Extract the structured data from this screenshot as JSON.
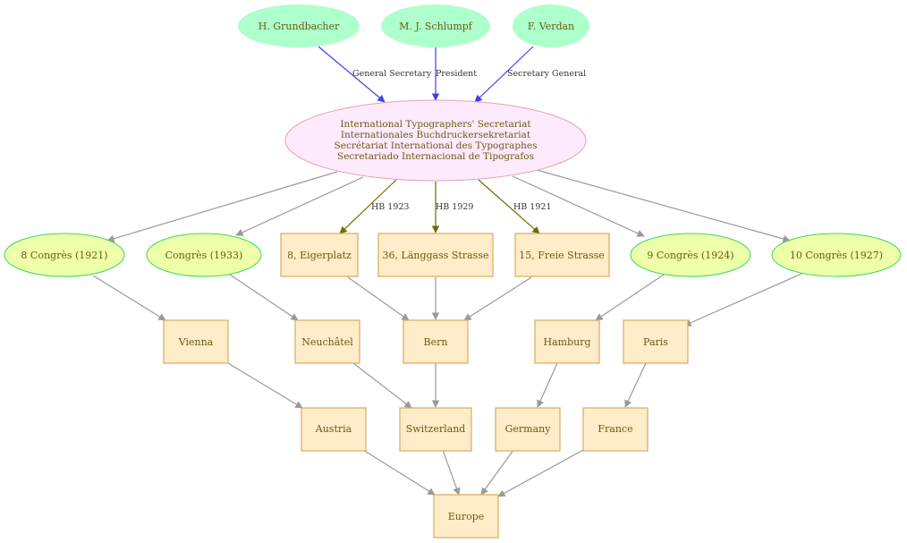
{
  "people": {
    "grundbacher": "H. Grundbacher",
    "schlumpf": "M. J. Schlumpf",
    "verdan": "F. Verdan"
  },
  "secretariat": {
    "line1": "International Typographers' Secretariat",
    "line2": "Internationales Buchdruckersekretariat",
    "line3": "Secrétariat International des Typographes",
    "line4": "Secretariado Internacional de Tipografos"
  },
  "roles": {
    "general_secretary": "General Secretary",
    "president": "President",
    "secretary_general": "Secretary General"
  },
  "addresses": {
    "eigerplatz": "8, Eigerplatz",
    "langgass": "36, Länggass Strasse",
    "freie": "15, Freie Strasse"
  },
  "hb_labels": {
    "eigerplatz": "HB 1923",
    "langgass": "HB 1929",
    "freie": "HB 1921"
  },
  "congresses": {
    "c8": "8 Congrès (1921)",
    "c1933": "Congrès (1933)",
    "c9": "9 Congrès (1924)",
    "c10": "10 Congrès (1927)"
  },
  "cities": {
    "vienna": "Vienna",
    "neuchatel": "Neuchâtel",
    "bern": "Bern",
    "hamburg": "Hamburg",
    "paris": "Paris"
  },
  "countries": {
    "austria": "Austria",
    "switzerland": "Switzerland",
    "germany": "Germany",
    "france": "France"
  },
  "continent": {
    "europe": "Europe"
  },
  "colors": {
    "person_fill": "#adffcb",
    "secretariat_fill": "#fdeafd",
    "congress_fill": "#eeffaa",
    "place_fill": "#ffecc8",
    "role_edge": "#4040e8",
    "address_edge": "#6e6e00",
    "generic_edge": "#999999"
  }
}
